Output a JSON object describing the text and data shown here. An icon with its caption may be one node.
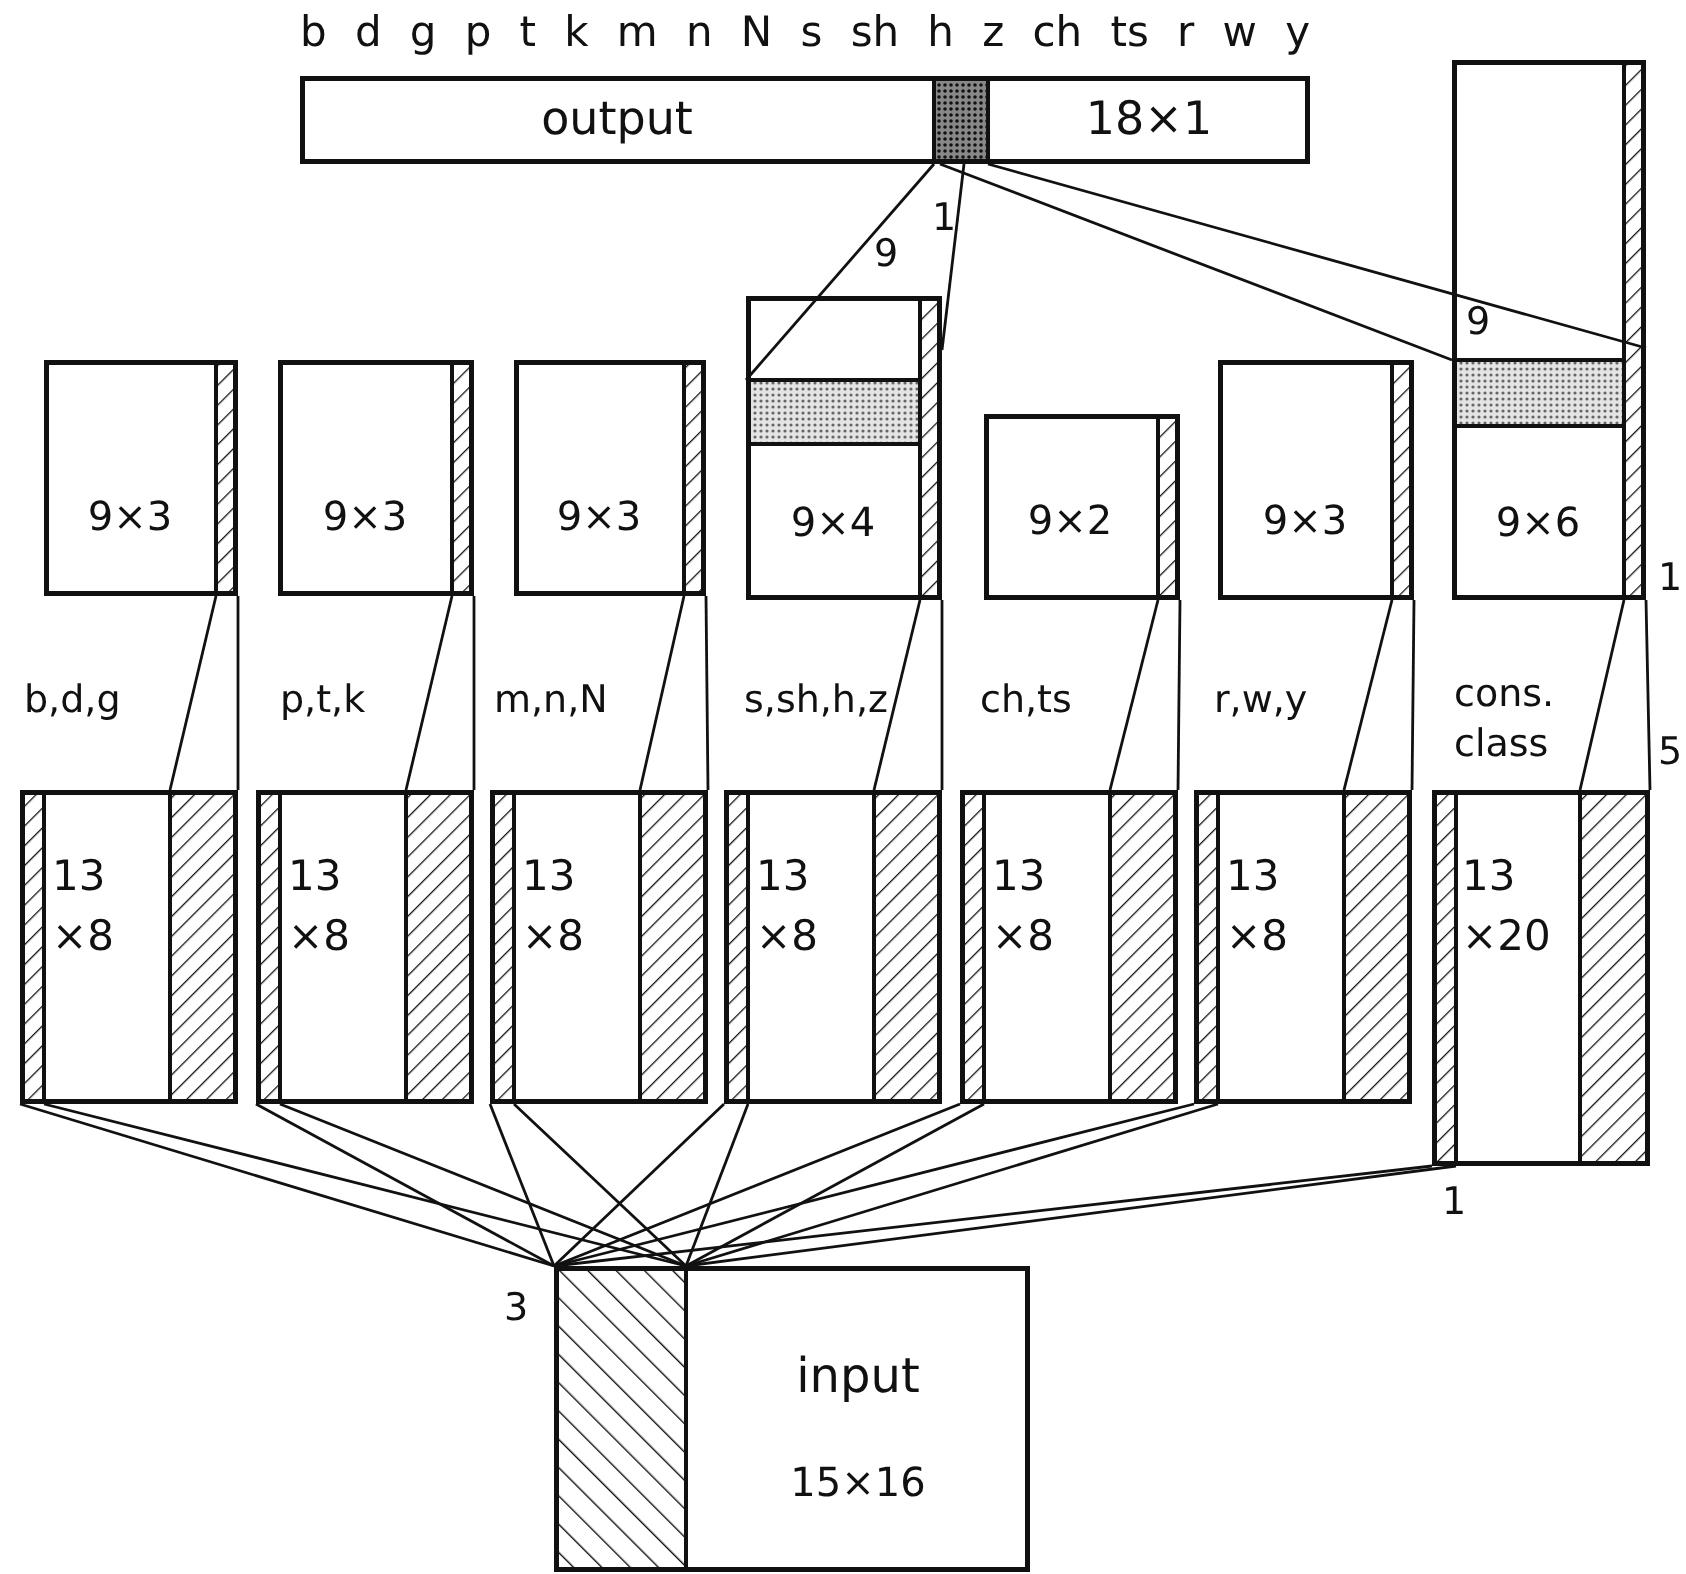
{
  "diagram": {
    "nodes": [
      {
        "text": [
          "output",
          "18×1"
        ],
        "beside": [
          "b d g p t k m n N s sh h z ch ts r w y"
        ]
      },
      {
        "text": [
          "9×3"
        ]
      },
      {
        "text": [
          "9×3"
        ]
      },
      {
        "text": [
          "9×3"
        ]
      },
      {
        "text": [
          "9×4"
        ]
      },
      {
        "text": [
          "9×2"
        ]
      },
      {
        "text": [
          "9×3"
        ]
      },
      {
        "text": [
          "9×6"
        ]
      },
      {
        "text": [
          "13 ×8"
        ],
        "beside": [
          "b,d,g"
        ]
      },
      {
        "text": [
          "13 ×8"
        ],
        "beside": [
          "p,t,k"
        ]
      },
      {
        "text": [
          "13 ×8"
        ],
        "beside": [
          "m,n,N"
        ]
      },
      {
        "text": [
          "13 ×8"
        ],
        "beside": [
          "s,sh,h,z"
        ]
      },
      {
        "text": [
          "13 ×8"
        ],
        "beside": [
          "ch,ts"
        ]
      },
      {
        "text": [
          "13 ×8"
        ],
        "beside": [
          "r,w,y"
        ]
      },
      {
        "text": [
          "13 ×20"
        ],
        "beside": [
          "cons. class"
        ]
      },
      {
        "text": [
          "input",
          "15×16"
        ]
      }
    ],
    "edges": [
      {
        "from": 4,
        "to": 0,
        "arrow": "none"
      },
      {
        "from": 4,
        "to": 0,
        "arrow": "none"
      },
      {
        "from": 7,
        "to": 0,
        "arrow": "none"
      },
      {
        "from": 7,
        "to": 0,
        "arrow": "none"
      },
      {
        "from": 8,
        "to": 1,
        "arrow": "none"
      },
      {
        "from": 8,
        "to": 1,
        "arrow": "none"
      },
      {
        "from": 9,
        "to": 2,
        "arrow": "none"
      },
      {
        "from": 9,
        "to": 2,
        "arrow": "none"
      },
      {
        "from": 10,
        "to": 3,
        "arrow": "none"
      },
      {
        "from": 10,
        "to": 3,
        "arrow": "none"
      },
      {
        "from": 11,
        "to": 4,
        "arrow": "none"
      },
      {
        "from": 11,
        "to": 4,
        "arrow": "none"
      },
      {
        "from": 12,
        "to": 5,
        "arrow": "none"
      },
      {
        "from": 12,
        "to": 5,
        "arrow": "none"
      },
      {
        "from": 13,
        "to": 6,
        "arrow": "none"
      },
      {
        "from": 13,
        "to": 6,
        "arrow": "none"
      },
      {
        "from": 14,
        "to": 7,
        "arrow": "none"
      },
      {
        "from": 14,
        "to": 7,
        "arrow": "none"
      },
      {
        "from": 15,
        "to": 8,
        "arrow": "none"
      },
      {
        "from": 15,
        "to": 8,
        "arrow": "none"
      },
      {
        "from": 15,
        "to": 9,
        "arrow": "none"
      },
      {
        "from": 15,
        "to": 9,
        "arrow": "none"
      },
      {
        "from": 15,
        "to": 10,
        "arrow": "none"
      },
      {
        "from": 15,
        "to": 10,
        "arrow": "none"
      },
      {
        "from": 15,
        "to": 11,
        "arrow": "none"
      },
      {
        "from": 15,
        "to": 11,
        "arrow": "none"
      },
      {
        "from": 15,
        "to": 12,
        "arrow": "none"
      },
      {
        "from": 15,
        "to": 12,
        "arrow": "none"
      },
      {
        "from": 15,
        "to": 13,
        "arrow": "none"
      },
      {
        "from": 15,
        "to": 13,
        "arrow": "none"
      },
      {
        "from": 15,
        "to": 14,
        "arrow": "none"
      },
      {
        "from": 15,
        "to": 14,
        "arrow": "none"
      }
    ],
    "labels": [
      "1",
      "9",
      "9",
      "1",
      "5",
      "1",
      "3"
    ]
  }
}
